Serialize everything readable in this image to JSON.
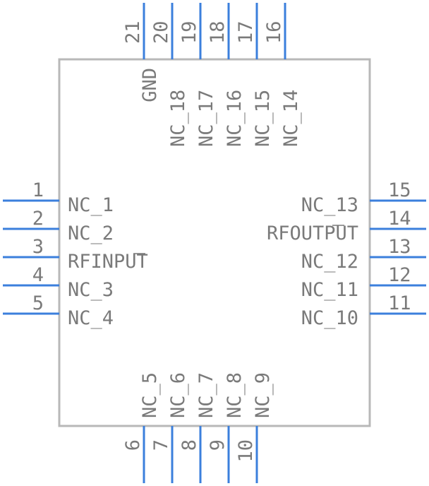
{
  "component": {
    "colors": {
      "pin": "#3b7fdc",
      "outline": "#b8b8b8",
      "text": "#7a7a7a"
    },
    "pins": {
      "left": [
        {
          "number": "1",
          "name": "NC_1"
        },
        {
          "number": "2",
          "name": "NC_2"
        },
        {
          "number": "3",
          "name": "RFINPUT",
          "overbar": true
        },
        {
          "number": "4",
          "name": "NC_3"
        },
        {
          "number": "5",
          "name": "NC_4"
        }
      ],
      "bottom": [
        {
          "number": "6",
          "name": "NC_5"
        },
        {
          "number": "7",
          "name": "NC_6"
        },
        {
          "number": "8",
          "name": "NC_7"
        },
        {
          "number": "9",
          "name": "NC_8"
        },
        {
          "number": "10",
          "name": "NC_9"
        }
      ],
      "right": [
        {
          "number": "11",
          "name": "NC_10"
        },
        {
          "number": "12",
          "name": "NC_11"
        },
        {
          "number": "13",
          "name": "NC_12"
        },
        {
          "number": "14",
          "name": "RFOUTPUT",
          "overbar": true
        },
        {
          "number": "15",
          "name": "NC_13"
        }
      ],
      "top": [
        {
          "number": "16",
          "name": "NC_14"
        },
        {
          "number": "17",
          "name": "NC_15"
        },
        {
          "number": "18",
          "name": "NC_16"
        },
        {
          "number": "19",
          "name": "NC_17"
        },
        {
          "number": "20",
          "name": "NC_18"
        },
        {
          "number": "21",
          "name": "GND"
        }
      ]
    }
  }
}
